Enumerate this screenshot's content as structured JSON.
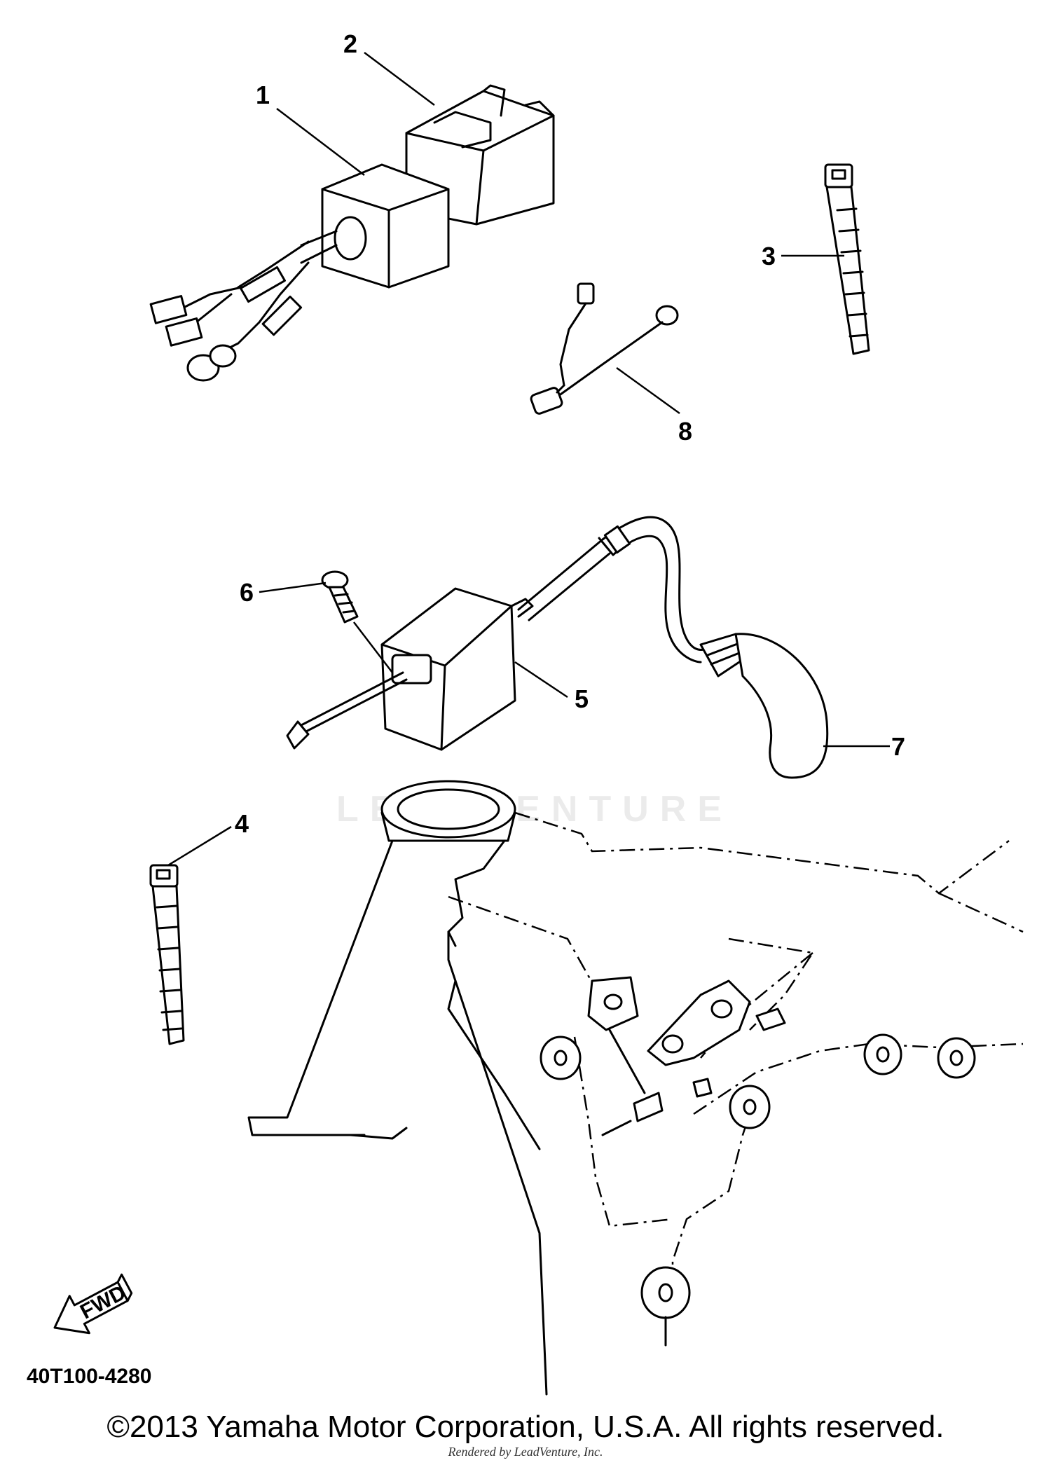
{
  "callouts": [
    {
      "id": 1,
      "label": "1"
    },
    {
      "id": 2,
      "label": "2"
    },
    {
      "id": 3,
      "label": "3"
    },
    {
      "id": 4,
      "label": "4"
    },
    {
      "id": 5,
      "label": "5"
    },
    {
      "id": 6,
      "label": "6"
    },
    {
      "id": 7,
      "label": "7"
    },
    {
      "id": 8,
      "label": "8"
    }
  ],
  "direction_arrow": "FWD",
  "diagram_code": "40T100-4280",
  "watermark": "LEADVENTURE",
  "copyright": "©2013 Yamaha Motor Corporation, U.S.A. All rights reserved.",
  "rendered_by": "Rendered by LeadVenture, Inc."
}
